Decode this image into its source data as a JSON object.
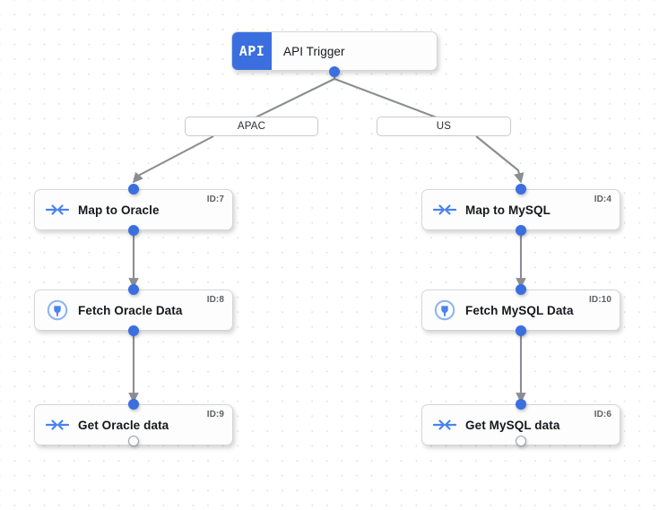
{
  "canvas": {
    "background_color": "#ffffff",
    "grid_dot_color": "#e2e2e4"
  },
  "theme": {
    "accent_color": "#3b6fdf",
    "edge_color": "#8a8d91",
    "node_border_color": "#d6d6d8",
    "node_background": "#fdfdfd",
    "id_text_color": "#5e6063"
  },
  "trigger": {
    "badge_text": "API",
    "label": "API Trigger",
    "icon": "api-badge-icon",
    "output_handle": "filled"
  },
  "branches": [
    {
      "label": "APAC",
      "name": "branch-label-apac"
    },
    {
      "label": "US",
      "name": "branch-label-us"
    }
  ],
  "nodes": [
    {
      "label": "Map to Oracle",
      "id_text": "ID:7",
      "icon": "arrows-merge-icon",
      "column": "left",
      "input_handle": "filled",
      "output_handle": "filled"
    },
    {
      "label": "Fetch Oracle Data",
      "id_text": "ID:8",
      "icon": "database-plug-icon",
      "column": "left",
      "input_handle": "filled",
      "output_handle": "filled"
    },
    {
      "label": "Get Oracle data",
      "id_text": "ID:9",
      "icon": "arrows-merge-icon",
      "column": "left",
      "input_handle": "filled",
      "output_handle": "open"
    },
    {
      "label": "Map to MySQL",
      "id_text": "ID:4",
      "icon": "arrows-merge-icon",
      "column": "right",
      "input_handle": "filled",
      "output_handle": "filled"
    },
    {
      "label": "Fetch MySQL Data",
      "id_text": "ID:10",
      "icon": "database-plug-icon",
      "column": "right",
      "input_handle": "filled",
      "output_handle": "filled"
    },
    {
      "label": "Get MySQL data",
      "id_text": "ID:6",
      "icon": "arrows-merge-icon",
      "column": "right",
      "input_handle": "filled",
      "output_handle": "open"
    }
  ]
}
